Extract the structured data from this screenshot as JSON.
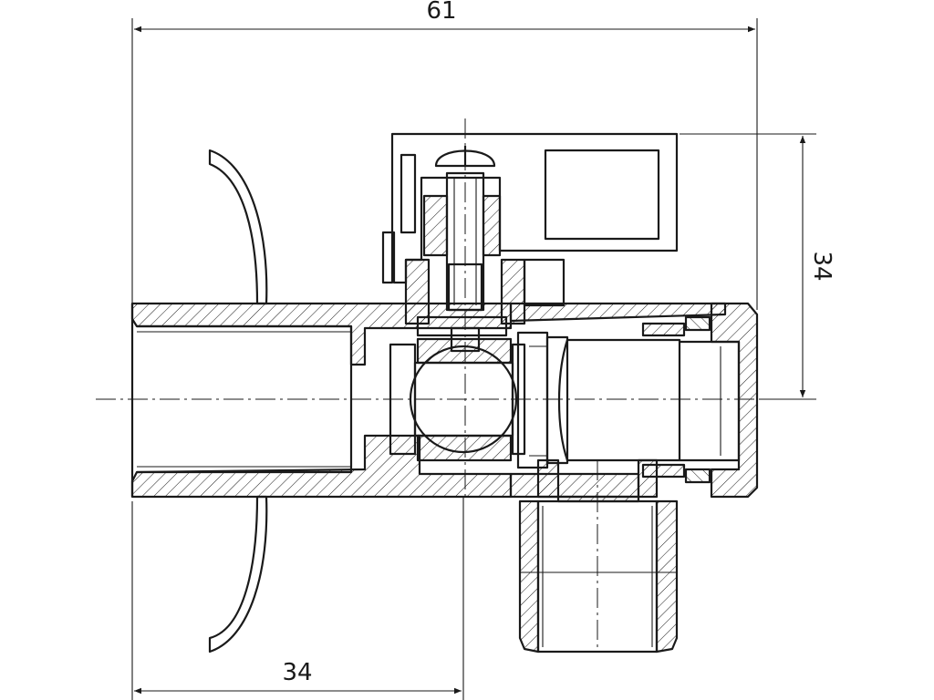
{
  "dimensions": {
    "overall_width": "61",
    "right_height": "34",
    "bottom_offset": "34"
  },
  "colors": {
    "line": "#1a1a1a",
    "background": "#ffffff"
  }
}
